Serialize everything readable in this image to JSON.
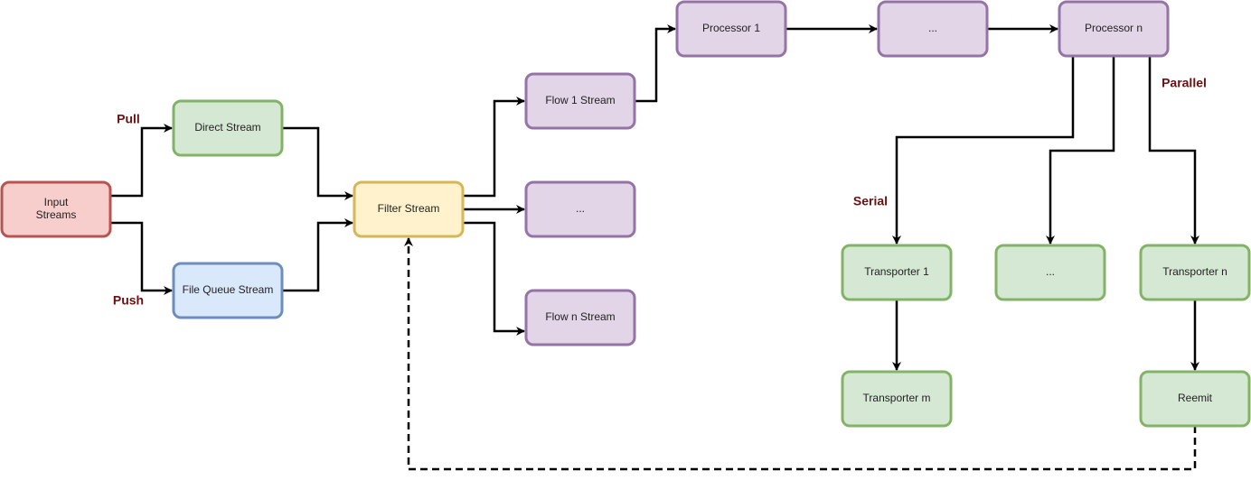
{
  "colors": {
    "red": {
      "fill": "#f8cecc",
      "stroke": "#b85450"
    },
    "green": {
      "fill": "#d5e8d4",
      "stroke": "#82b366"
    },
    "blue": {
      "fill": "#dae8fc",
      "stroke": "#6c8ebf"
    },
    "yellow": {
      "fill": "#fff2cc",
      "stroke": "#d6b656"
    },
    "purple": {
      "fill": "#e1d5e7",
      "stroke": "#9673a6"
    },
    "edge": "#000000",
    "label": "#6b0f0f"
  },
  "nodes": {
    "input_streams": {
      "lines": [
        "Input",
        "Streams"
      ],
      "color": "red"
    },
    "direct_stream": {
      "lines": [
        "Direct Stream"
      ],
      "color": "green"
    },
    "file_queue_stream": {
      "lines": [
        "File Queue Stream"
      ],
      "color": "blue"
    },
    "filter_stream": {
      "lines": [
        "Filter Stream"
      ],
      "color": "yellow"
    },
    "flow_1_stream": {
      "lines": [
        "Flow 1 Stream"
      ],
      "color": "purple"
    },
    "flow_ellipsis": {
      "lines": [
        "..."
      ],
      "color": "purple"
    },
    "flow_n_stream": {
      "lines": [
        "Flow n Stream"
      ],
      "color": "purple"
    },
    "processor_1": {
      "lines": [
        "Processor 1"
      ],
      "color": "purple"
    },
    "processor_ellipsis": {
      "lines": [
        "..."
      ],
      "color": "purple"
    },
    "processor_n": {
      "lines": [
        "Processor n"
      ],
      "color": "purple"
    },
    "transporter_1": {
      "lines": [
        "Transporter 1"
      ],
      "color": "green"
    },
    "transporter_ellipsis": {
      "lines": [
        "..."
      ],
      "color": "green"
    },
    "transporter_n": {
      "lines": [
        "Transporter n"
      ],
      "color": "green"
    },
    "transporter_m": {
      "lines": [
        "Transporter m"
      ],
      "color": "green"
    },
    "reemit": {
      "lines": [
        "Reemit"
      ],
      "color": "green"
    }
  },
  "edges": [
    {
      "from": "input_streams",
      "to": "direct_stream",
      "label": "Pull"
    },
    {
      "from": "input_streams",
      "to": "file_queue_stream",
      "label": "Push"
    },
    {
      "from": "direct_stream",
      "to": "filter_stream"
    },
    {
      "from": "file_queue_stream",
      "to": "filter_stream"
    },
    {
      "from": "filter_stream",
      "to": "flow_1_stream"
    },
    {
      "from": "filter_stream",
      "to": "flow_ellipsis"
    },
    {
      "from": "filter_stream",
      "to": "flow_n_stream"
    },
    {
      "from": "flow_1_stream",
      "to": "processor_1"
    },
    {
      "from": "processor_1",
      "to": "processor_ellipsis"
    },
    {
      "from": "processor_ellipsis",
      "to": "processor_n"
    },
    {
      "from": "processor_n",
      "to": "transporter_1",
      "label": "Serial"
    },
    {
      "from": "processor_n",
      "to": "transporter_ellipsis"
    },
    {
      "from": "processor_n",
      "to": "transporter_n",
      "label": "Parallel"
    },
    {
      "from": "transporter_1",
      "to": "transporter_m"
    },
    {
      "from": "transporter_n",
      "to": "reemit"
    },
    {
      "from": "reemit",
      "to": "filter_stream",
      "style": "dashed"
    }
  ]
}
